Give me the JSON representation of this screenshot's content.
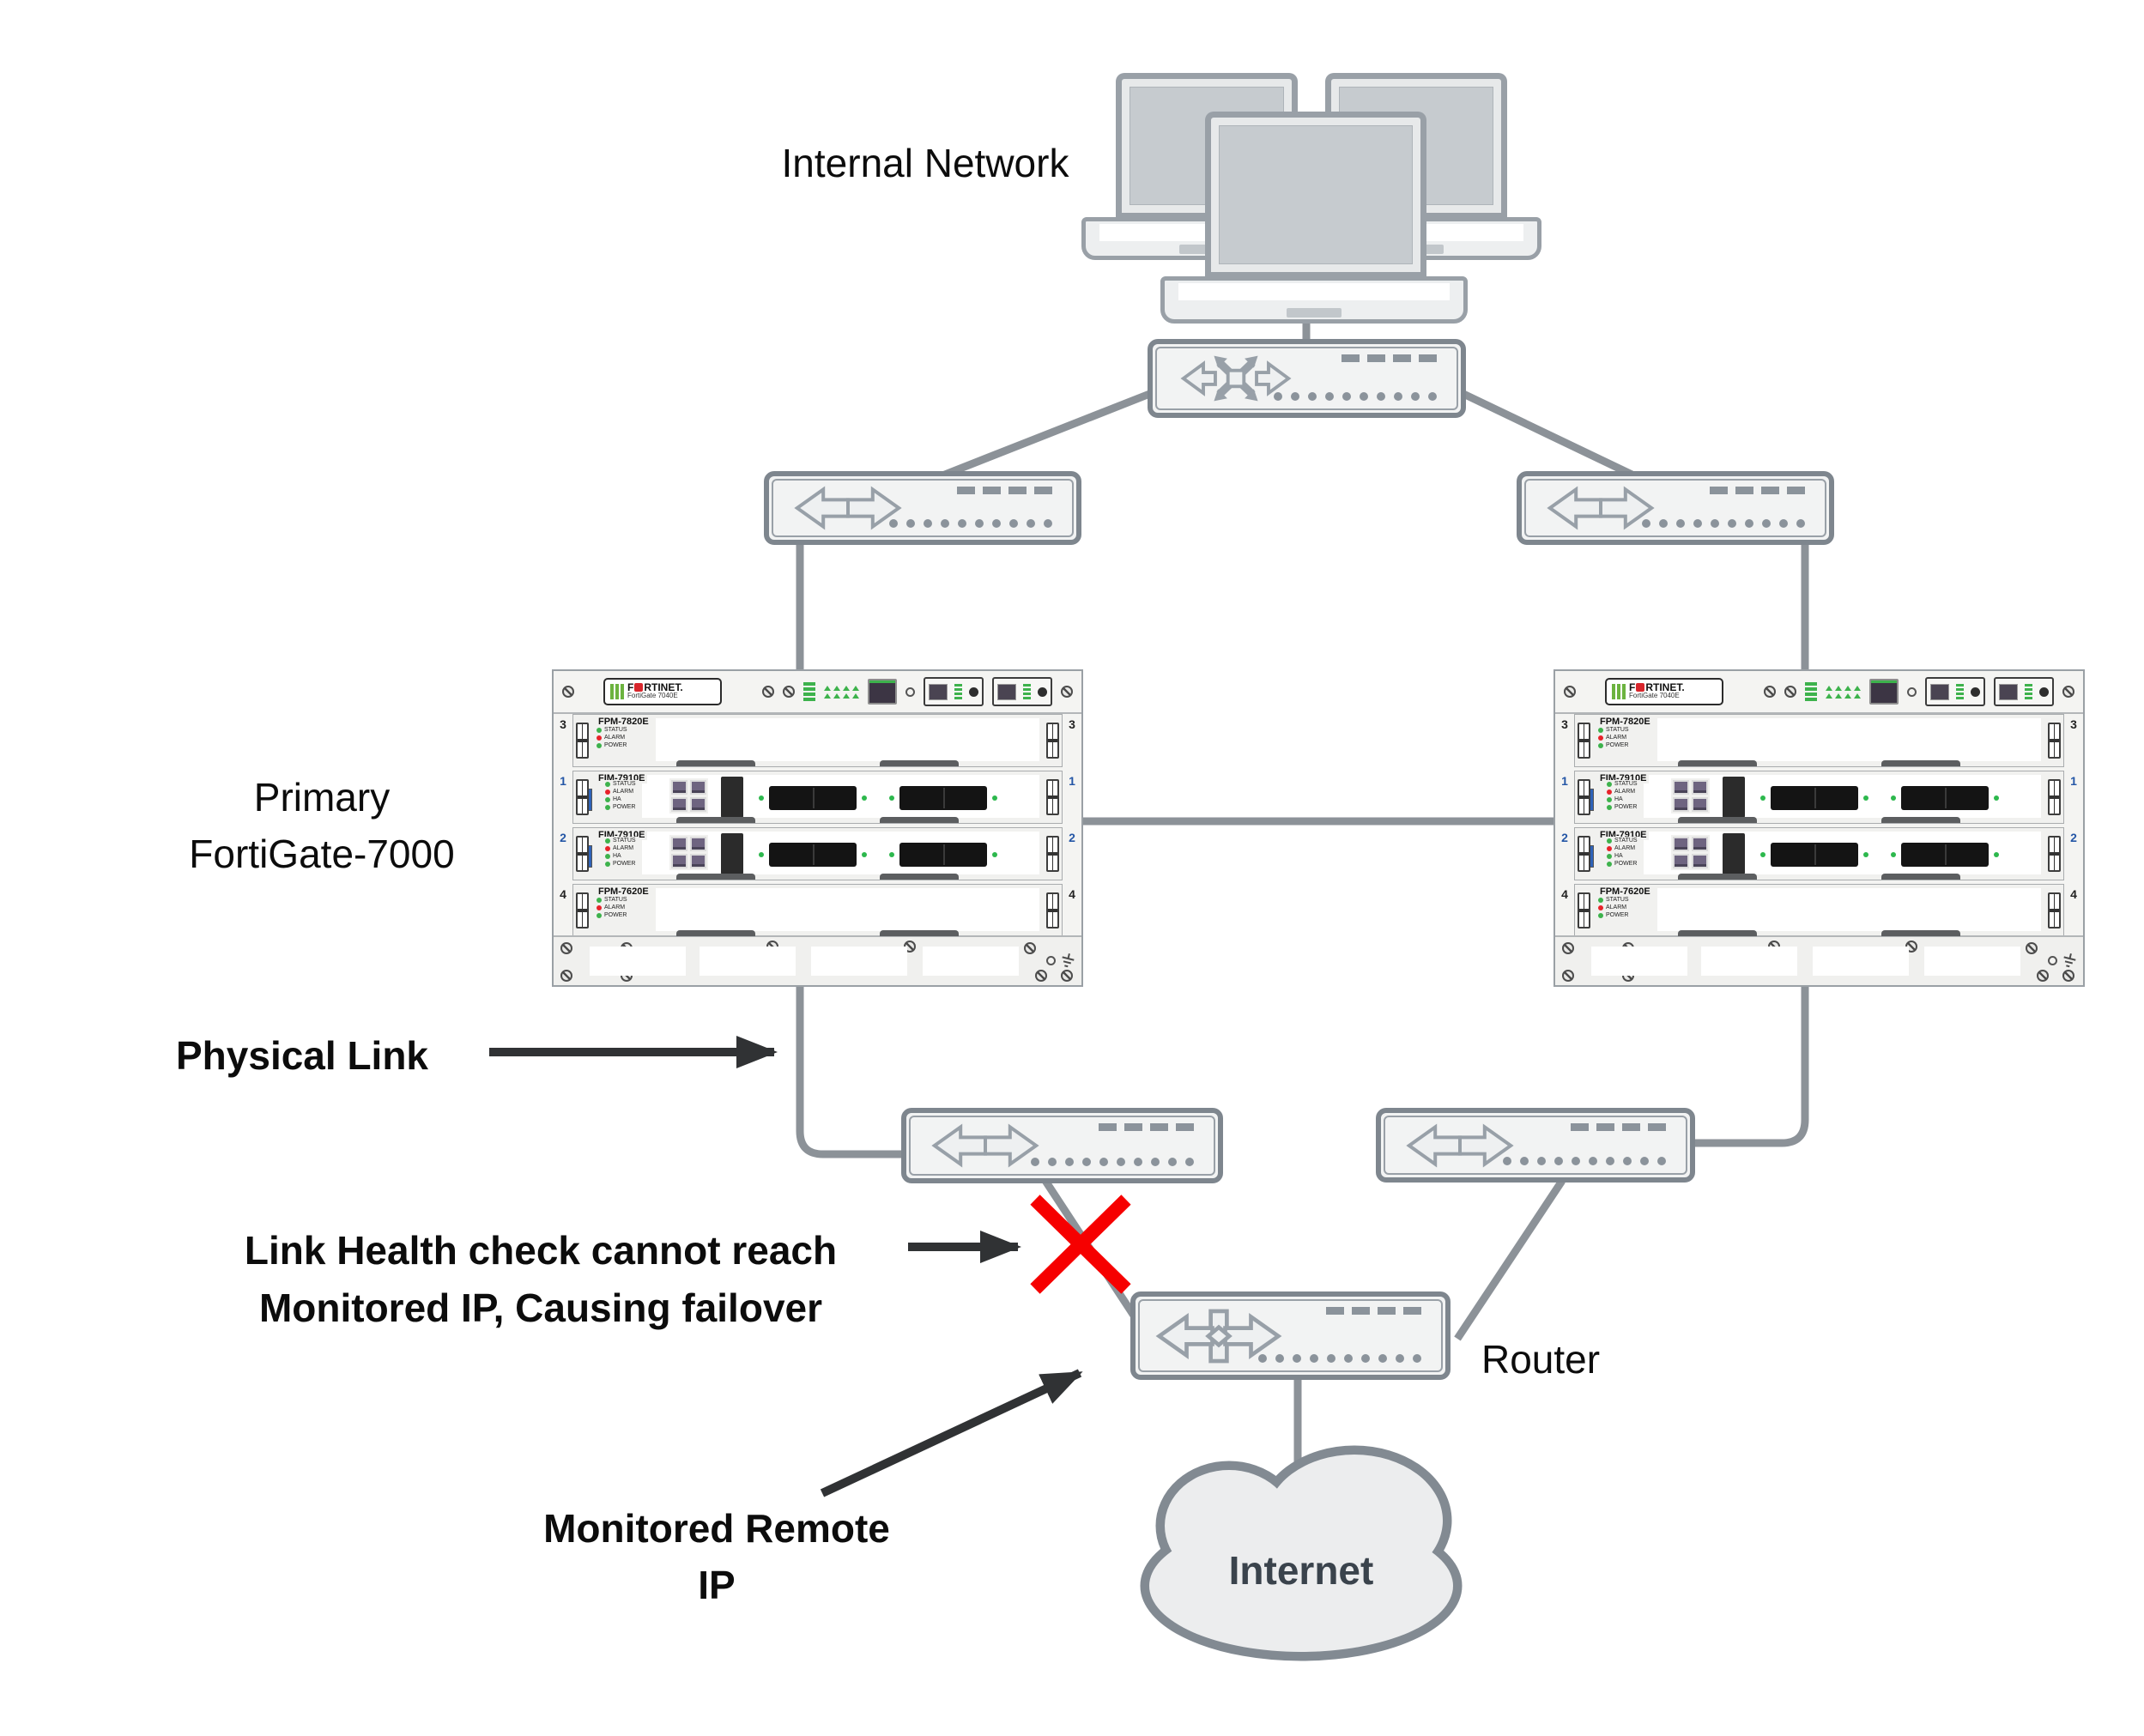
{
  "labels": {
    "internal_network": "Internal Network",
    "primary_line1": "Primary",
    "primary_line2": "FortiGate-7000",
    "physical_link": "Physical Link",
    "link_health_line1": "Link Health check cannot reach",
    "link_health_line2": "Monitored IP, Causing failover",
    "monitored_line1": "Monitored Remote",
    "monitored_line2": "IP",
    "router": "Router",
    "internet": "Internet"
  },
  "chassis": {
    "logo": {
      "prefix": "F",
      "suffix": "RTINET.",
      "model": "FortiGate 7040E"
    },
    "slots": [
      {
        "num": "3",
        "label": "FPM-7820E",
        "type": "fpm"
      },
      {
        "num": "1",
        "label": "FIM-7910E",
        "type": "fim"
      },
      {
        "num": "2",
        "label": "FIM-7910E",
        "type": "fim"
      },
      {
        "num": "4",
        "label": "FPM-7620E",
        "type": "fpm"
      }
    ],
    "fim_leds": [
      "STATUS",
      "ALARM",
      "HA",
      "POWER"
    ],
    "fpm_leds": [
      "STATUS",
      "ALARM",
      "POWER"
    ]
  },
  "icons": {
    "multilayer_switch": "crossed-arrows-switch-icon",
    "switch": "left-right-arrows-switch-icon",
    "router": "router-arrows-icon",
    "internet": "cloud-shape",
    "workstation": "laptop-shape",
    "failure": "red-x-mark"
  },
  "colors": {
    "wire_gray": "#8c9298",
    "device_border": "#7e868e",
    "device_fill": "#f2f3f3",
    "icon_gray": "#98a0a8",
    "failover_red": "#f60000",
    "annotation_black": "#303234",
    "led_green": "#3db24c",
    "led_red": "#e8222a",
    "fortinet_green": "#6cb33f",
    "fortinet_red": "#d8262c",
    "internet_text": "#3a434c"
  }
}
